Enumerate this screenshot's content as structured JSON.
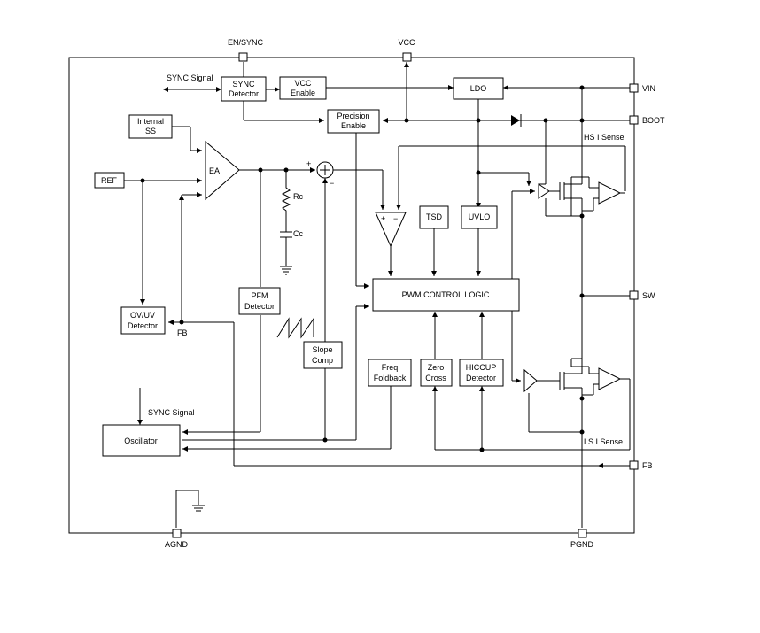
{
  "pins": {
    "en_sync": "EN/SYNC",
    "vcc": "VCC",
    "vin": "VIN",
    "boot": "BOOT",
    "sw": "SW",
    "fb": "FB",
    "agnd": "AGND",
    "pgnd": "PGND"
  },
  "labels": {
    "sync_signal_top": "SYNC Signal",
    "sync_signal_bottom": "SYNC Signal",
    "hs_i_sense": "HS I Sense",
    "ls_i_sense": "LS I Sense",
    "fb_internal": "FB",
    "rc": "Rc",
    "cc": "Cc",
    "ea": "EA",
    "plus": "+",
    "minus": "−",
    "csa_plus": "+",
    "csa_minus": "−"
  },
  "blocks": {
    "sync_detector": [
      "SYNC",
      "Detector"
    ],
    "vcc_enable": [
      "VCC",
      "Enable"
    ],
    "ldo": [
      "LDO"
    ],
    "internal_ss": [
      "Internal",
      "SS"
    ],
    "precision_enable": [
      "Precision",
      "Enable"
    ],
    "ref": [
      "REF"
    ],
    "tsd": [
      "TSD"
    ],
    "uvlo": [
      "UVLO"
    ],
    "pwm_control_logic": [
      "PWM CONTROL LOGIC"
    ],
    "pfm_detector": [
      "PFM",
      "Detector"
    ],
    "ov_uv_detector": [
      "OV/UV",
      "Detector"
    ],
    "slope_comp": [
      "Slope",
      "Comp"
    ],
    "freq_foldback": [
      "Freq",
      "Foldback"
    ],
    "zero_cross": [
      "Zero",
      "Cross"
    ],
    "hiccup_detector": [
      "HICCUP",
      "Detector"
    ],
    "oscillator": [
      "Oscillator"
    ]
  }
}
